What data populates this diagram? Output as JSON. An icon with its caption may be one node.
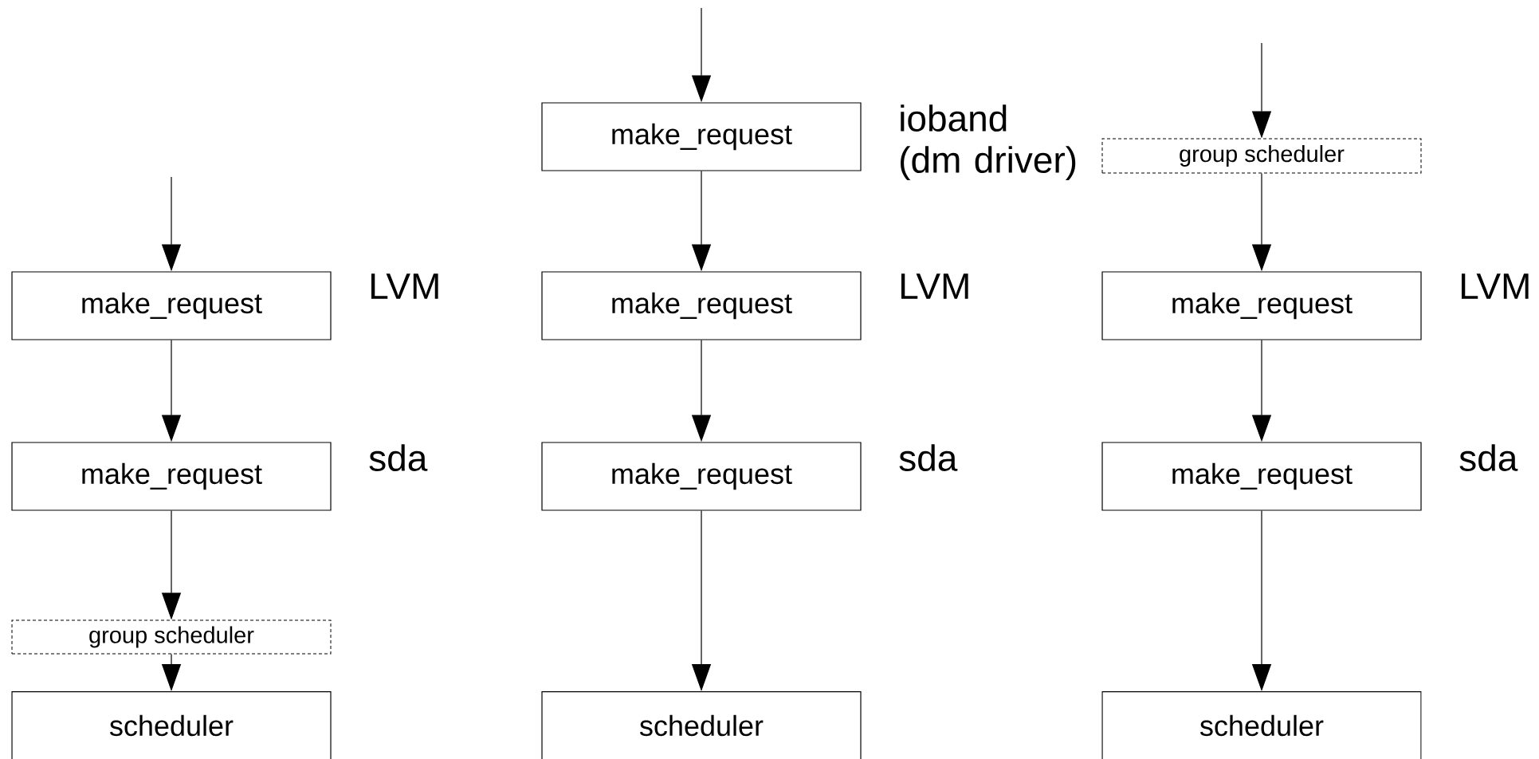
{
  "diagram": {
    "nodes": [
      {
        "text": [
          "make_request"
        ],
        "beside": [
          "LVM"
        ]
      },
      {
        "text": [
          "make_request"
        ],
        "beside": [
          "sda"
        ]
      },
      {
        "text": [
          "group scheduler"
        ]
      },
      {
        "text": [
          "scheduler"
        ]
      },
      {
        "text": [
          "make_request"
        ],
        "beside": [
          "ioband (dm driver)"
        ]
      },
      {
        "text": [
          "make_request"
        ],
        "beside": [
          "LVM"
        ]
      },
      {
        "text": [
          "make_request"
        ],
        "beside": [
          "sda"
        ]
      },
      {
        "text": [
          "scheduler"
        ]
      },
      {
        "text": [
          "group scheduler"
        ]
      },
      {
        "text": [
          "make_request"
        ],
        "beside": [
          "LVM"
        ]
      },
      {
        "text": [
          "make_request"
        ],
        "beside": [
          "sda"
        ]
      },
      {
        "text": [
          "scheduler"
        ]
      }
    ],
    "edges": [
      {
        "from": null,
        "to": 0,
        "arrow": "to"
      },
      {
        "from": 0,
        "to": 1,
        "arrow": "to"
      },
      {
        "from": 1,
        "to": 2,
        "arrow": "to"
      },
      {
        "from": 2,
        "to": 3,
        "arrow": "to"
      },
      {
        "from": null,
        "to": 4,
        "arrow": "to"
      },
      {
        "from": 4,
        "to": 5,
        "arrow": "to"
      },
      {
        "from": 5,
        "to": 6,
        "arrow": "to"
      },
      {
        "from": 6,
        "to": 7,
        "arrow": "to"
      },
      {
        "from": null,
        "to": 8,
        "arrow": "to"
      },
      {
        "from": 8,
        "to": 9,
        "arrow": "to"
      },
      {
        "from": 9,
        "to": 10,
        "arrow": "to"
      },
      {
        "from": 10,
        "to": 11,
        "arrow": "to"
      }
    ]
  }
}
